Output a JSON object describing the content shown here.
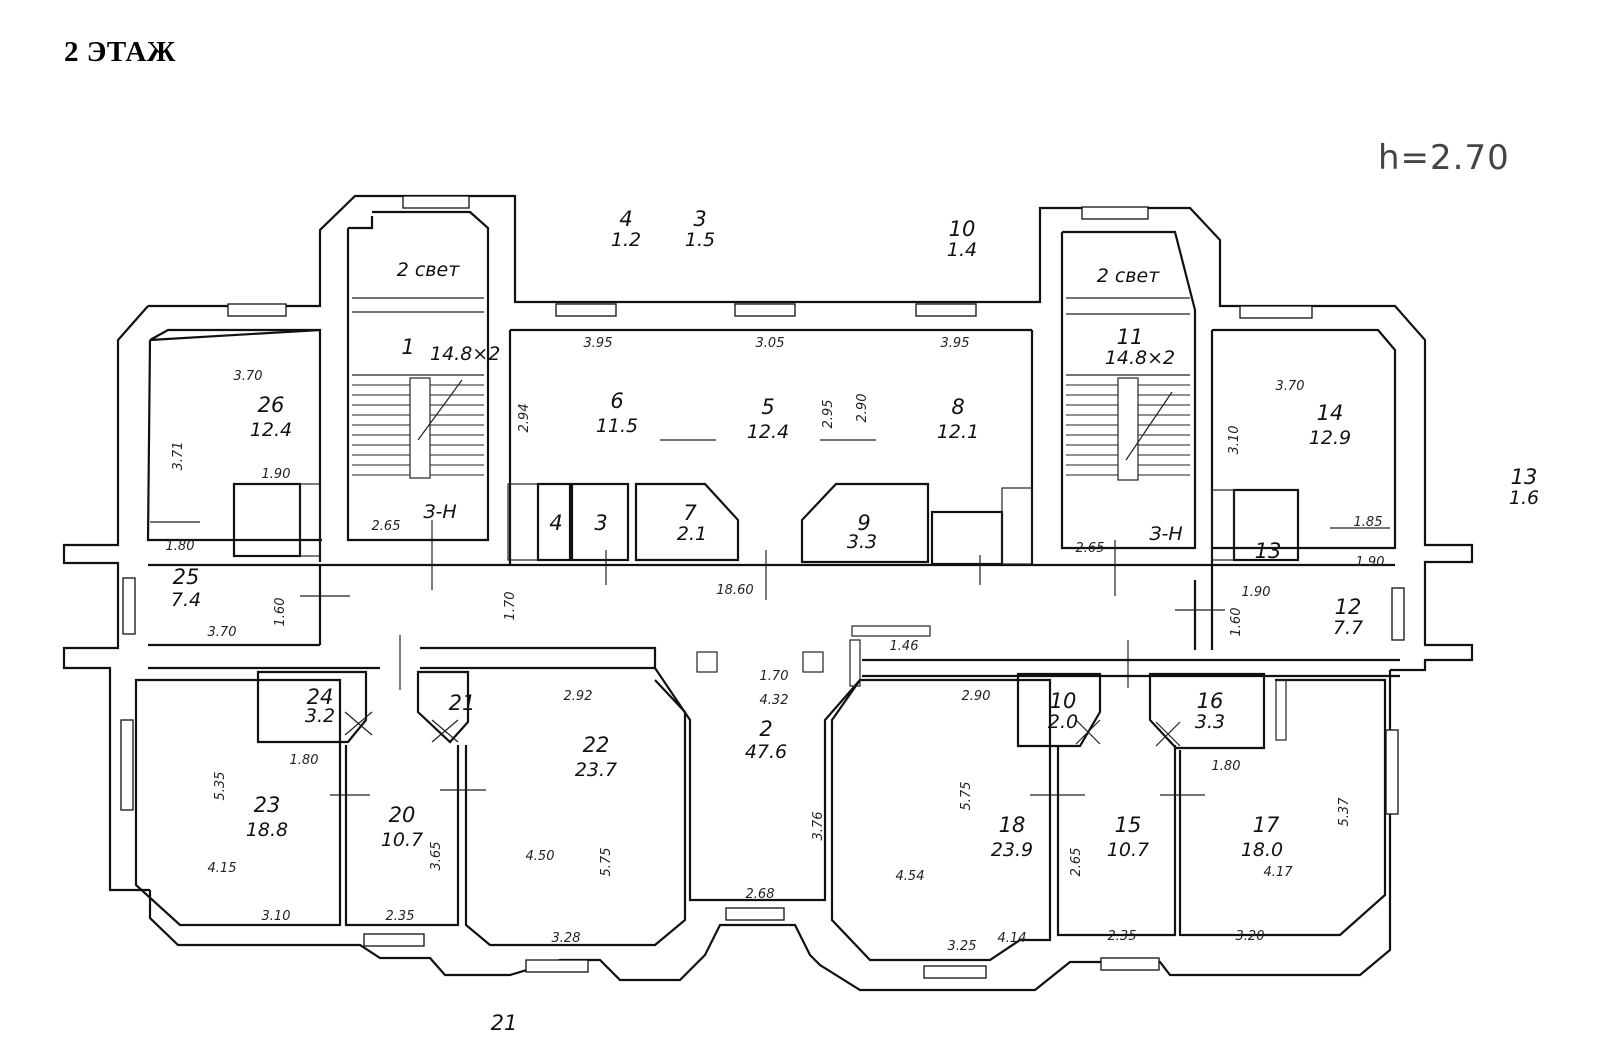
{
  "title": "2 ЭТАЖ",
  "ceiling_height": "h=2.70",
  "rooms": [
    {
      "id": "r1",
      "num": "1",
      "area": "14.8×2"
    },
    {
      "id": "r2",
      "num": "2",
      "area": "47.6"
    },
    {
      "id": "r3",
      "num": "3",
      "area": ""
    },
    {
      "id": "r4",
      "num": "4",
      "area": ""
    },
    {
      "id": "r5",
      "num": "5",
      "area": "12.4"
    },
    {
      "id": "r6",
      "num": "6",
      "area": "11.5"
    },
    {
      "id": "r7",
      "num": "7",
      "area": "2.1"
    },
    {
      "id": "r8",
      "num": "8",
      "area": "12.1"
    },
    {
      "id": "r9",
      "num": "9",
      "area": "3.3"
    },
    {
      "id": "r10",
      "num": "10",
      "area": "2.0"
    },
    {
      "id": "r11",
      "num": "11",
      "area": "14.8×2"
    },
    {
      "id": "r12",
      "num": "12",
      "area": "7.7"
    },
    {
      "id": "r13",
      "num": "13",
      "area": ""
    },
    {
      "id": "r14",
      "num": "14",
      "area": "12.9"
    },
    {
      "id": "r15",
      "num": "15",
      "area": "10.7"
    },
    {
      "id": "r16",
      "num": "16",
      "area": "3.3"
    },
    {
      "id": "r17",
      "num": "17",
      "area": "18.0"
    },
    {
      "id": "r18",
      "num": "18",
      "area": "23.9"
    },
    {
      "id": "r20",
      "num": "20",
      "area": "10.7"
    },
    {
      "id": "r21",
      "num": "21",
      "area": ""
    },
    {
      "id": "r22",
      "num": "22",
      "area": "23.7"
    },
    {
      "id": "r23",
      "num": "23",
      "area": "18.8"
    },
    {
      "id": "r24",
      "num": "24",
      "area": "3.2"
    },
    {
      "id": "r25",
      "num": "25",
      "area": "7.4"
    },
    {
      "id": "r26",
      "num": "26",
      "area": "12.4"
    }
  ],
  "outside_labels": [
    {
      "id": "o4",
      "num": "4",
      "area": "1.2"
    },
    {
      "id": "o3",
      "num": "3",
      "area": "1.5"
    },
    {
      "id": "o10",
      "num": "10",
      "area": "1.4"
    },
    {
      "id": "o13",
      "num": "13",
      "area": "1.6"
    },
    {
      "id": "o21",
      "num": "21",
      "area": ""
    }
  ],
  "stair_labels": {
    "light_left": "2 свет",
    "light_right": "2 свет",
    "stair_left": "З-Н",
    "stair_right": "З-Н"
  },
  "dimensions": {
    "d_370a": "3.70",
    "d_371": "3.71",
    "d_190a": "1.90",
    "d_180": "1.80",
    "d_370b": "3.70",
    "d_160a": "1.60",
    "d_395a": "3.95",
    "d_294": "2.94",
    "d_305": "3.05",
    "d_295": "2.95",
    "d_290": "2.90",
    "d_395b": "3.95",
    "d_1860": "18.60",
    "d_170a": "1.70",
    "d_265a": "2.65",
    "d_265b": "2.65",
    "d_370c": "3.70",
    "d_310": "3.10",
    "d_185": "1.85",
    "d_190b": "1.90",
    "d_190c": "1.90",
    "d_160b": "1.60",
    "d_146": "1.46",
    "d_170b": "1.70",
    "d_432": "4.32",
    "d_292": "2.92",
    "d_290b": "2.90",
    "d_535": "5.35",
    "d_415": "4.15",
    "d_310b": "3.10",
    "d_235a": "2.35",
    "d_365": "3.65",
    "d_450": "4.50",
    "d_575a": "5.75",
    "d_328": "3.28",
    "d_376": "3.76",
    "d_268": "2.68",
    "d_575b": "5.75",
    "d_454": "4.54",
    "d_325": "3.25",
    "d_414": "4.14",
    "d_235b": "2.35",
    "d_265c": "2.65",
    "d_537": "5.37",
    "d_417": "4.17",
    "d_320": "3.20",
    "d_180b": "1.80",
    "d_180c": "1.80"
  }
}
